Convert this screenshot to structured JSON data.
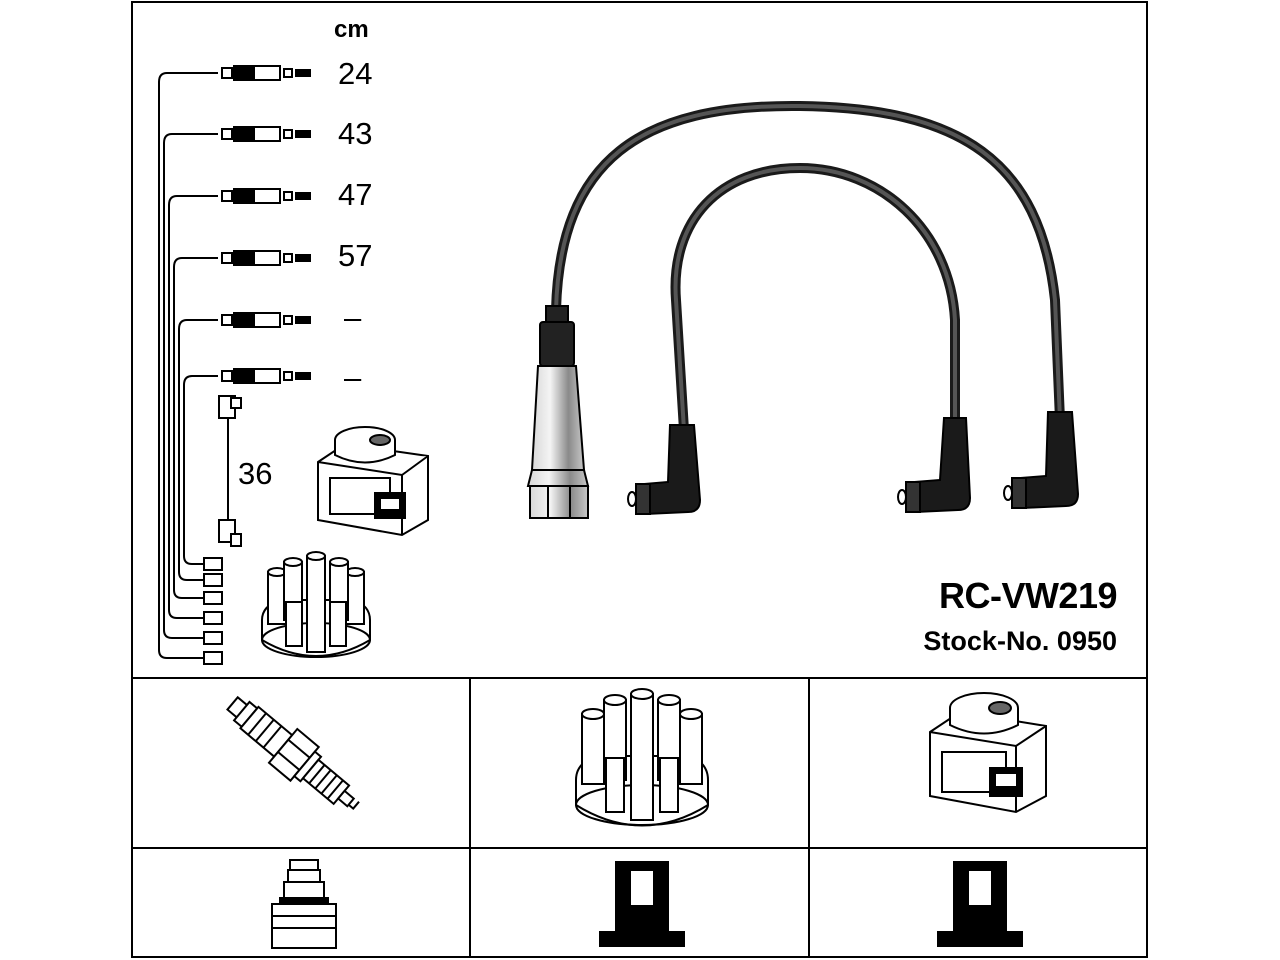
{
  "unit_label": "cm",
  "lengths": [
    "24",
    "43",
    "47",
    "57",
    "–",
    "–"
  ],
  "coil_lead_length": "36",
  "part_number": "RC-VW219",
  "stock_label": "Stock-No. 0950",
  "colors": {
    "line": "#000000",
    "background": "#ffffff",
    "metal": "#9a9a9a",
    "cable": "#2a2a2a"
  }
}
